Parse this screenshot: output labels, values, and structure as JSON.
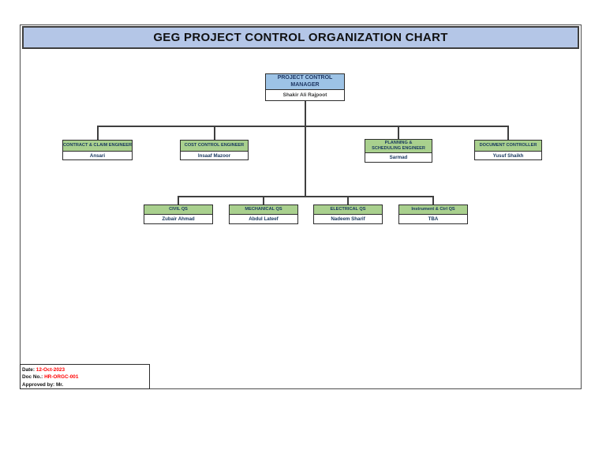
{
  "page": {
    "title": "GEG PROJECT CONTROL ORGANIZATION CHART"
  },
  "colors": {
    "banner_bg": "#b4c6e7",
    "manager_header_bg": "#9dc3e6",
    "node_header_bg": "#a9d08e",
    "node_text": "#17375e",
    "connector_line": "#3f3f3f",
    "footer_value_red": "#ff0000"
  },
  "chart": {
    "manager": {
      "title": "PROJECT CONTROL MANAGER",
      "name": "Shakir Ali Rajpoot"
    },
    "level2": [
      {
        "title": "CONTRACT & CLAIM ENGINEER",
        "name": "Ansari"
      },
      {
        "title": "COST CONTROL ENGINEER",
        "name": "Insaaf Mazoor"
      },
      {
        "title": "PLANNING & SCHEDULING ENGINEER",
        "name": "Sarmad"
      },
      {
        "title": "DOCUMENT CONTROLLER",
        "name": "Yusuf Shaikh"
      }
    ],
    "level3": [
      {
        "title": "CIVIL QS",
        "name": "Zubair Ahmad"
      },
      {
        "title": "MECHANICAL QS",
        "name": "Abdul Lateef"
      },
      {
        "title": "ELECTRICAL QS",
        "name": "Nadeem Sharif"
      },
      {
        "title": "Instrument & Ctrl QS",
        "name": "TBA"
      }
    ]
  },
  "footer": {
    "date_label": "Date:",
    "date_value": "12-Oct-2023",
    "doc_label": "Doc No.:",
    "doc_value": "HR-ORGC-001",
    "approved_label": "Approved by:",
    "approved_value": "Mr."
  }
}
